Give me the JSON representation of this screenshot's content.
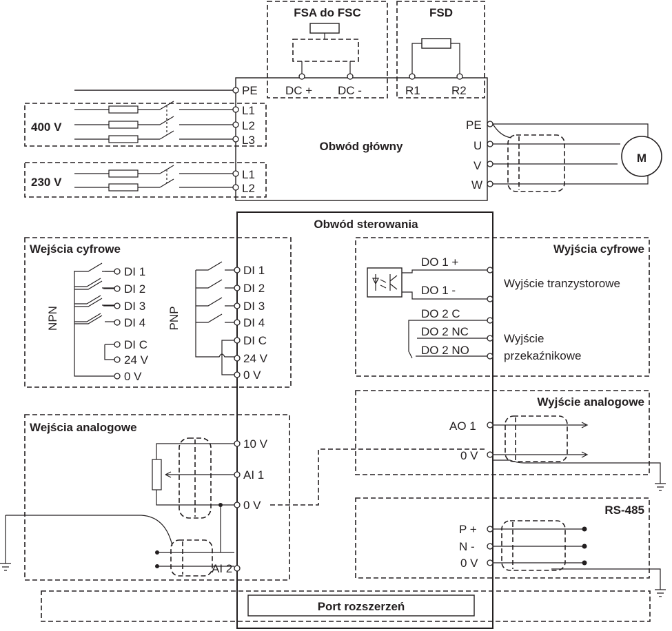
{
  "main_circuit": {
    "title": "Obwód główny",
    "fsa_fsc": "FSA do FSC",
    "fsd": "FSD",
    "dc_plus": "DC +",
    "dc_minus": "DC -",
    "r1": "R1",
    "r2": "R2",
    "pe_in": "PE",
    "supply_400": "400 V",
    "supply_230": "230 V",
    "l1": "L1",
    "l2": "L2",
    "l3": "L3",
    "pe_out": "PE",
    "u": "U",
    "v": "V",
    "w": "W",
    "motor": "M"
  },
  "control_circuit": {
    "title": "Obwód sterowania",
    "expansion_port": "Port rozszerzeń"
  },
  "digital_inputs": {
    "title": "Wejścia cyfrowe",
    "npn": "NPN",
    "pnp": "PNP",
    "di1": "DI 1",
    "di2": "DI 2",
    "di3": "DI 3",
    "di4": "DI 4",
    "dic": "DI C",
    "v24": "24 V",
    "v0": "0 V"
  },
  "analog_inputs": {
    "title": "Wejścia analogowe",
    "v10": "10 V",
    "ai1": "AI 1",
    "v0": "0 V",
    "ai2": "AI 2"
  },
  "digital_outputs": {
    "title": "Wyjścia cyfrowe",
    "do1_plus": "DO 1 +",
    "do1_minus": "DO 1 -",
    "transistor": "Wyjście tranzystorowe",
    "do2c": "DO 2 C",
    "do2nc": "DO 2 NC",
    "do2no": "DO 2 NO",
    "relay_1": "Wyjście",
    "relay_2": "przekaźnikowe"
  },
  "analog_output": {
    "title": "Wyjście analogowe",
    "ao1": "AO 1",
    "v0": "0 V"
  },
  "rs485": {
    "title": "RS-485",
    "p": "P +",
    "n": "N -",
    "v0": "0 V"
  }
}
